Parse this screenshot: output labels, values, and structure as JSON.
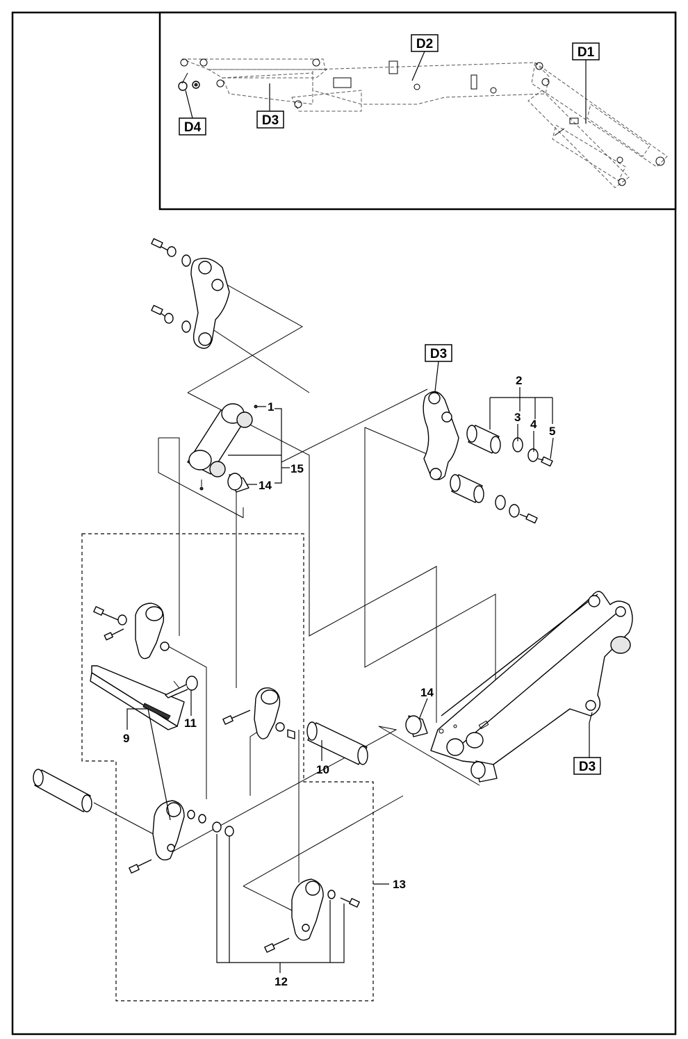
{
  "callouts": {
    "d1": "D1",
    "d2": "D2",
    "d3_inset": "D3",
    "d4": "D4",
    "d3_upper": "D3",
    "d3_lower": "D3"
  },
  "part_numbers": {
    "p1": "1",
    "p2": "2",
    "p3": "3",
    "p4": "4",
    "p5": "5",
    "p9": "9",
    "p10": "10",
    "p11": "11",
    "p12": "12",
    "p13": "13",
    "p14_top": "14",
    "p14_right": "14",
    "p15": "15"
  }
}
